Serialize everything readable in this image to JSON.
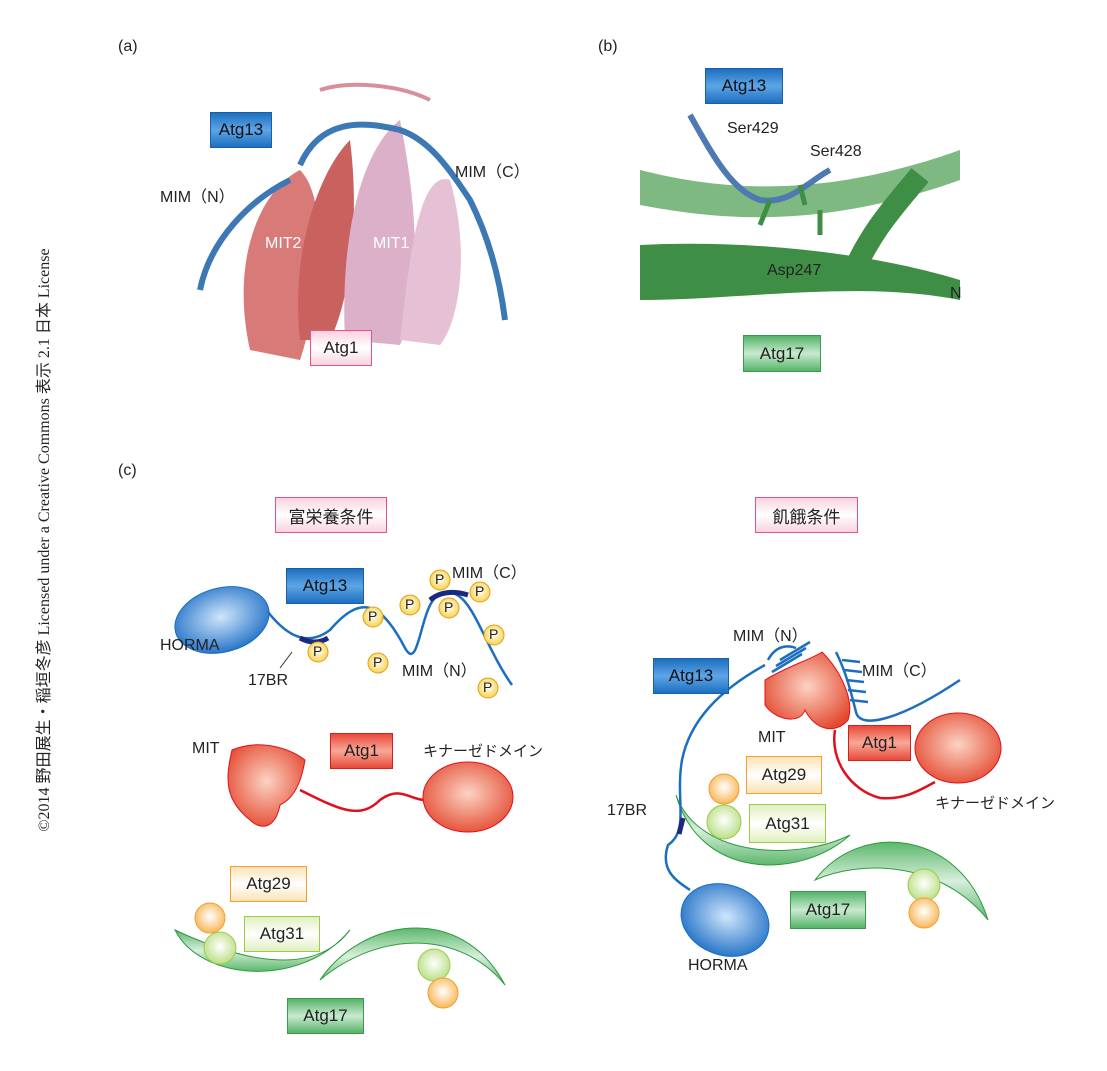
{
  "credit": "©2014 野田展生・稲垣冬彦 Licensed under a Creative Commons 表示 2.1 日本 License",
  "panel_a": {
    "label": "(a)",
    "atg13": "Atg13",
    "mim_n": "MIM（N）",
    "mim_c": "MIM（C）",
    "mit2": "MIT2",
    "mit1": "MIT1",
    "atg1": "Atg1"
  },
  "panel_b": {
    "label": "(b)",
    "atg13": "Atg13",
    "ser429": "Ser429",
    "ser428": "Ser428",
    "asp247": "Asp247",
    "n": "N",
    "atg17": "Atg17"
  },
  "panel_c": {
    "label": "(c)",
    "left": {
      "title": "富栄養条件",
      "atg13": "Atg13",
      "horma": "HORMA",
      "br17": "17BR",
      "mim_n": "MIM（N）",
      "mim_c": "MIM（C）",
      "p": "P",
      "mit": "MIT",
      "atg1": "Atg1",
      "kinase": "キナーゼドメイン",
      "atg29": "Atg29",
      "atg31": "Atg31",
      "atg17": "Atg17"
    },
    "right": {
      "title": "飢餓条件",
      "atg13": "Atg13",
      "mim_n": "MIM（N）",
      "mim_c": "MIM（C）",
      "mit": "MIT",
      "atg1": "Atg1",
      "kinase": "キナーゼドメイン",
      "atg29": "Atg29",
      "atg31": "Atg31",
      "br17": "17BR",
      "atg17": "Atg17",
      "horma": "HORMA"
    }
  },
  "colors": {
    "atg13": "#1c6fc0",
    "atg1": "#e84a3a",
    "atg17": "#55b468",
    "atg29": "#f0a030",
    "atg31": "#9ccb4a",
    "mit_pink": "#d9a8c0"
  }
}
